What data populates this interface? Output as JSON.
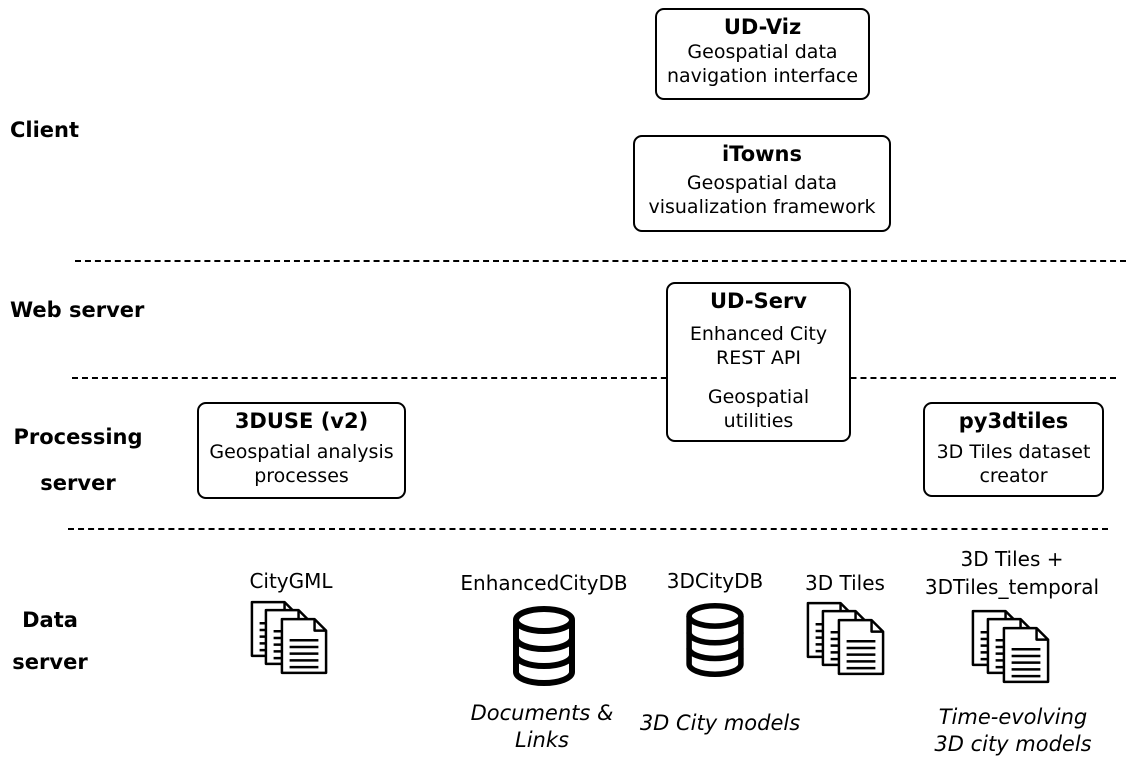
{
  "tiers": {
    "client": "Client",
    "web_server": "Web server",
    "processing_server": [
      "Processing",
      "server"
    ],
    "data_server": [
      "Data",
      "server"
    ]
  },
  "components": {
    "udviz": {
      "name": "UD-Viz",
      "desc": [
        "Geospatial data",
        "navigation interface"
      ]
    },
    "itowns": {
      "name": "iTowns",
      "desc": [
        "Geospatial data",
        "visualization framework"
      ]
    },
    "udserv": {
      "name": "UD-Serv",
      "desc": [
        "Enhanced City",
        "REST API"
      ],
      "desc2": [
        "Geospatial",
        "utilities"
      ]
    },
    "3duse": {
      "name": "3DUSE (v2)",
      "desc": [
        "Geospatial analysis",
        "processes"
      ]
    },
    "py3dtiles": {
      "name": "py3dtiles",
      "desc": [
        "3D Tiles dataset",
        "creator"
      ]
    }
  },
  "data_sources": {
    "citygml": {
      "label": "CityGML",
      "icon": "documents-icon"
    },
    "enhancedcitydb": {
      "label": "EnhancedCityDB",
      "icon": "database-icon"
    },
    "3dcitydb": {
      "label": "3DCityDB",
      "icon": "database-icon"
    },
    "3dtiles": {
      "label": "3D Tiles",
      "icon": "documents-icon"
    },
    "temporal": {
      "label": [
        "3D Tiles +",
        "3DTiles_temporal"
      ],
      "icon": "documents-icon"
    }
  },
  "captions": {
    "documents_links": [
      "Documents &",
      "Links"
    ],
    "city_models": "3D City models",
    "time_evolving": [
      "Time-evolving",
      "3D city models"
    ]
  }
}
